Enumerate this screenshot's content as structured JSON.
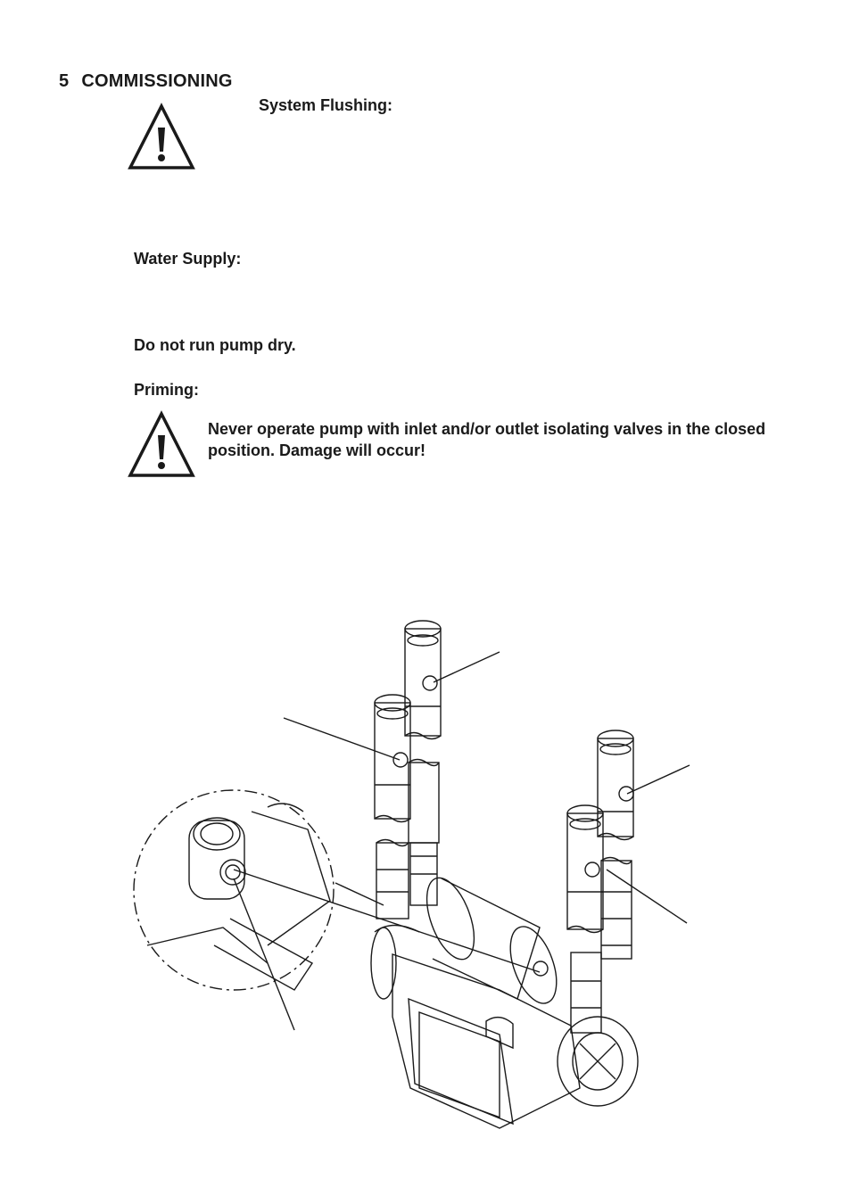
{
  "section": {
    "number": "5",
    "title": "COMMISSIONING"
  },
  "labels": {
    "system_flushing": "System Flushing:",
    "water_supply": "Water Supply:",
    "dry_run": "Do not run pump dry.",
    "priming": "Priming:"
  },
  "warning": {
    "text": "Never operate pump with inlet and/or outlet isolating valves in the closed position. Damage will occur!"
  },
  "icons": {
    "warning_1": "warning-triangle-icon",
    "warning_2": "warning-triangle-icon"
  }
}
